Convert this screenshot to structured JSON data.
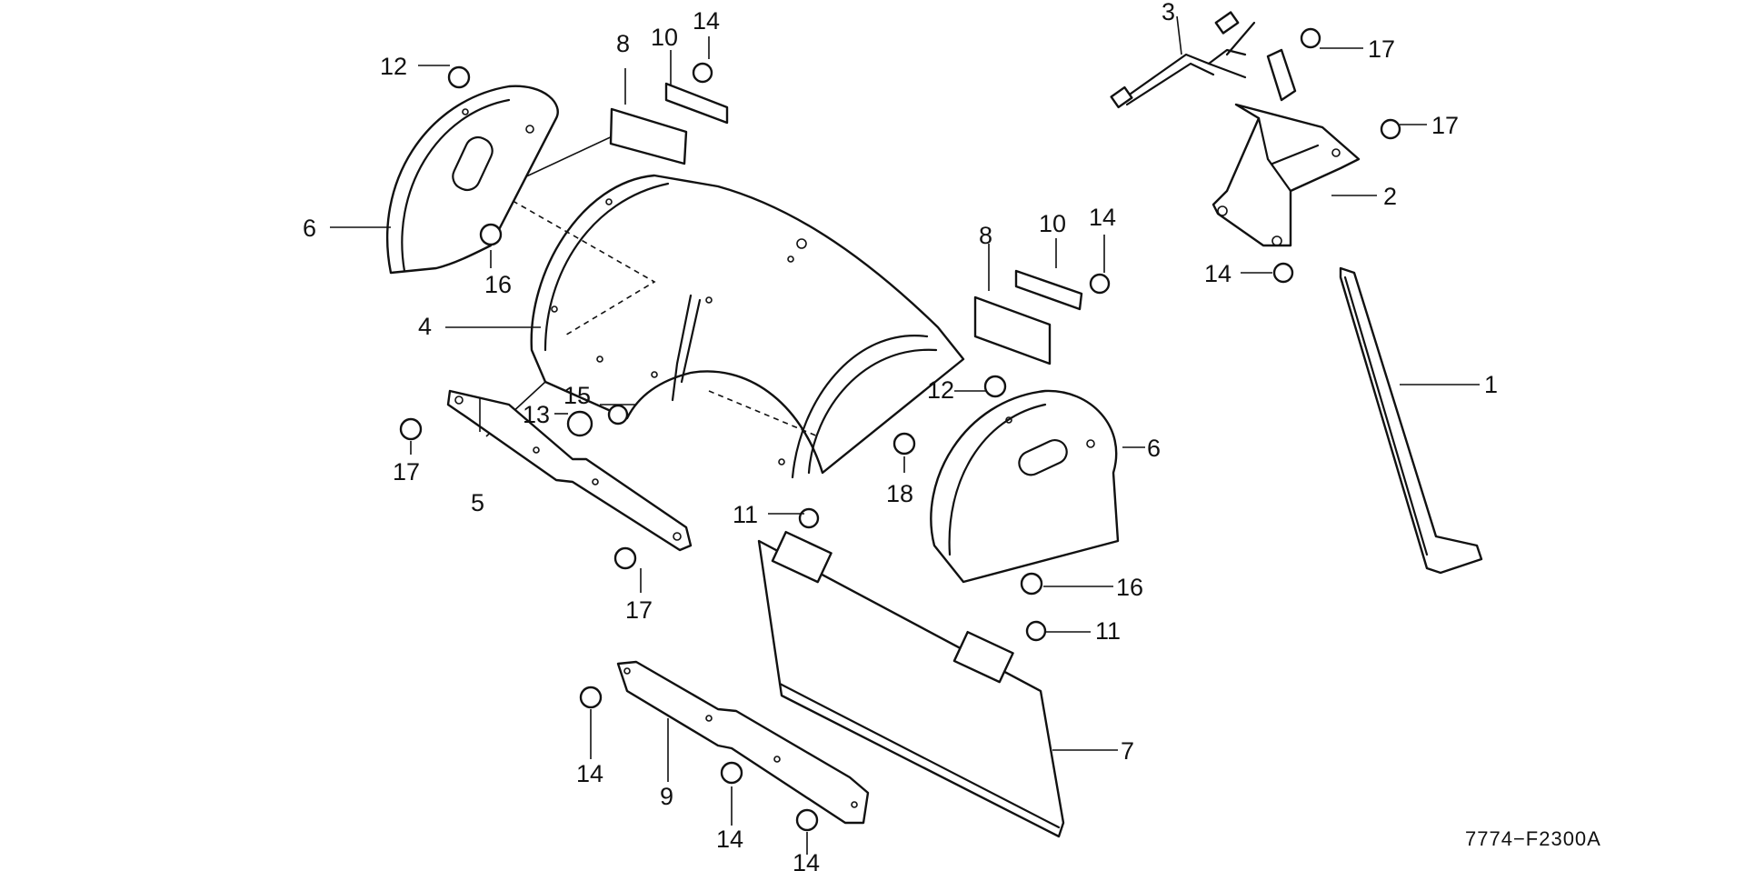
{
  "diagram": {
    "drawing_code": "7774−F2300A",
    "parts": {
      "stay_1": "1",
      "bracket_2": "2",
      "lever_3": "3",
      "cover_4": "4",
      "plate_5": "5",
      "side_cover_6": "6",
      "flap_7": "7",
      "plate_8": "8",
      "plate_9": "9",
      "plate_10": "10",
      "bolt_11": "11",
      "nut_12": "12",
      "nut_13": "13",
      "nut_14": "14",
      "washer_15": "15",
      "bolt_16": "16",
      "bolt_17": "17",
      "bolt_18": "18"
    }
  }
}
